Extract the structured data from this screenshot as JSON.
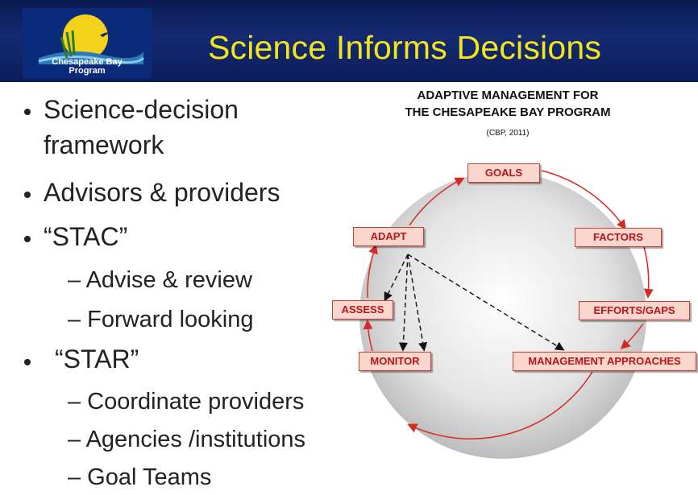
{
  "header": {
    "logo_text_line1": "Chesapeake Bay",
    "logo_text_line2": "Program",
    "title": "Science Informs Decisions"
  },
  "bullets": [
    {
      "text_line1": "Science-decision",
      "text_line2": "framework"
    },
    {
      "text": "Advisors & providers"
    },
    {
      "text": "“STAC”",
      "subs": [
        "– Advise & review",
        "– Forward looking"
      ]
    },
    {
      "text": "“STAR”",
      "subs": [
        "– Coordinate providers",
        "– Agencies /institutions",
        "– Goal Teams"
      ]
    }
  ],
  "diagram": {
    "heading_line1": "ADAPTIVE MANAGEMENT FOR",
    "heading_line2": "THE CHESAPEAKE BAY PROGRAM",
    "citation": "(CBP, 2011)",
    "steps": {
      "goals": "GOALS",
      "factors": "FACTORS",
      "efforts": "EFFORTS/GAPS",
      "management": "MANAGEMENT APPROACHES",
      "monitor": "MONITOR",
      "assess": "ASSESS",
      "adapt": "ADAPT"
    },
    "colors": {
      "arrow": "#d42a26",
      "box_fill": "#fbd6cc",
      "box_text": "#b5151b"
    }
  }
}
